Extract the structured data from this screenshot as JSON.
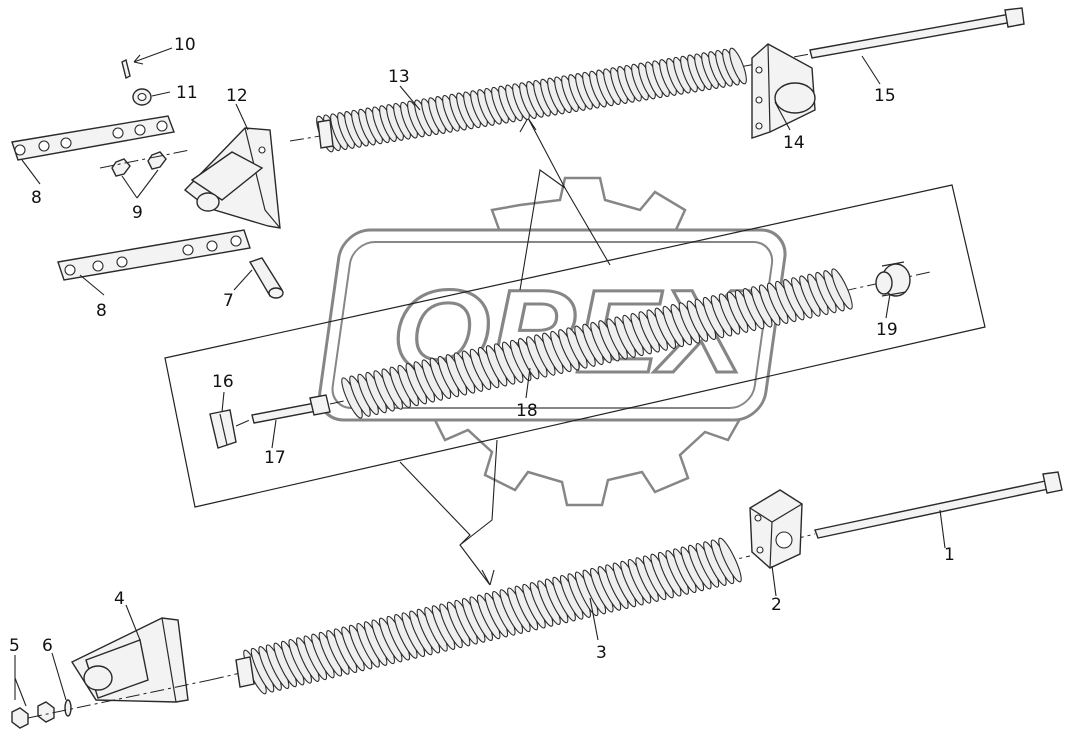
{
  "watermark": {
    "text": "OPEX"
  },
  "callouts": [
    {
      "id": "c1",
      "text": "1"
    },
    {
      "id": "c2",
      "text": "2"
    },
    {
      "id": "c3",
      "text": "3"
    },
    {
      "id": "c4",
      "text": "4"
    },
    {
      "id": "c5",
      "text": "5"
    },
    {
      "id": "c6",
      "text": "6"
    },
    {
      "id": "c7",
      "text": "7"
    },
    {
      "id": "c8a",
      "text": "8"
    },
    {
      "id": "c8b",
      "text": "8"
    },
    {
      "id": "c9",
      "text": "9"
    },
    {
      "id": "c10",
      "text": "10"
    },
    {
      "id": "c11",
      "text": "11"
    },
    {
      "id": "c12",
      "text": "12"
    },
    {
      "id": "c13",
      "text": "13"
    },
    {
      "id": "c14",
      "text": "14"
    },
    {
      "id": "c15",
      "text": "15"
    },
    {
      "id": "c16",
      "text": "16"
    },
    {
      "id": "c17",
      "text": "17"
    },
    {
      "id": "c18",
      "text": "18"
    },
    {
      "id": "c19",
      "text": "19"
    }
  ]
}
